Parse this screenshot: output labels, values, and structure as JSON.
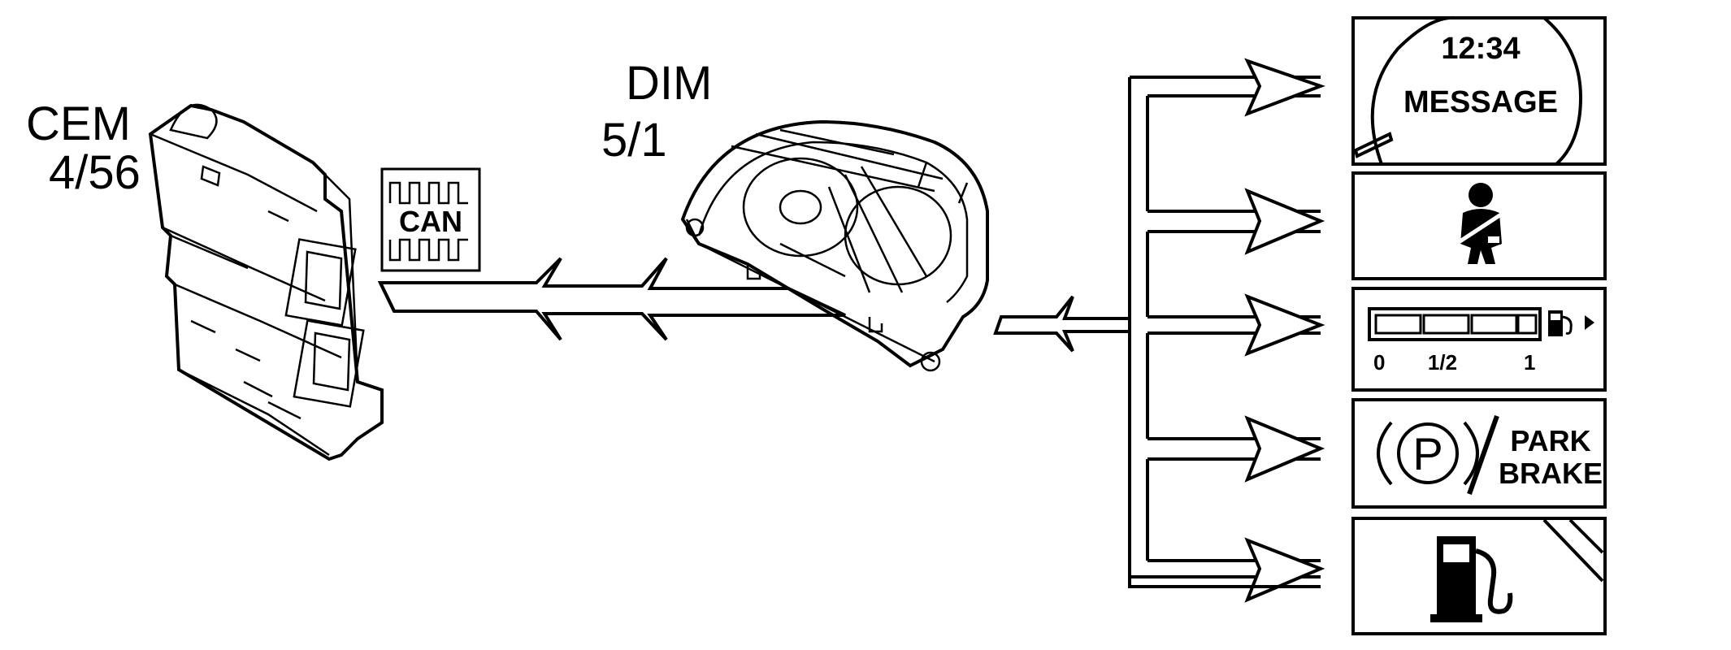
{
  "diagram": {
    "cem": {
      "name": "CEM",
      "number": "4/56"
    },
    "dim": {
      "name": "DIM",
      "number": "5/1"
    },
    "can_badge": "CAN",
    "displays": {
      "clock": {
        "time": "12:34",
        "text": "MESSAGE"
      },
      "fuel_gauge": {
        "tick_0": "0",
        "tick_half": "1/2",
        "tick_1": "1"
      },
      "park_brake": {
        "symbol": "P",
        "line1": "PARK",
        "line2": "BRAKE"
      }
    },
    "icons": {
      "seatbelt": "seatbelt-icon",
      "fuel_pump": "fuel-pump-icon",
      "brake": "brake-symbol-icon"
    },
    "colors": {
      "line": "#000000",
      "background": "#ffffff"
    }
  }
}
